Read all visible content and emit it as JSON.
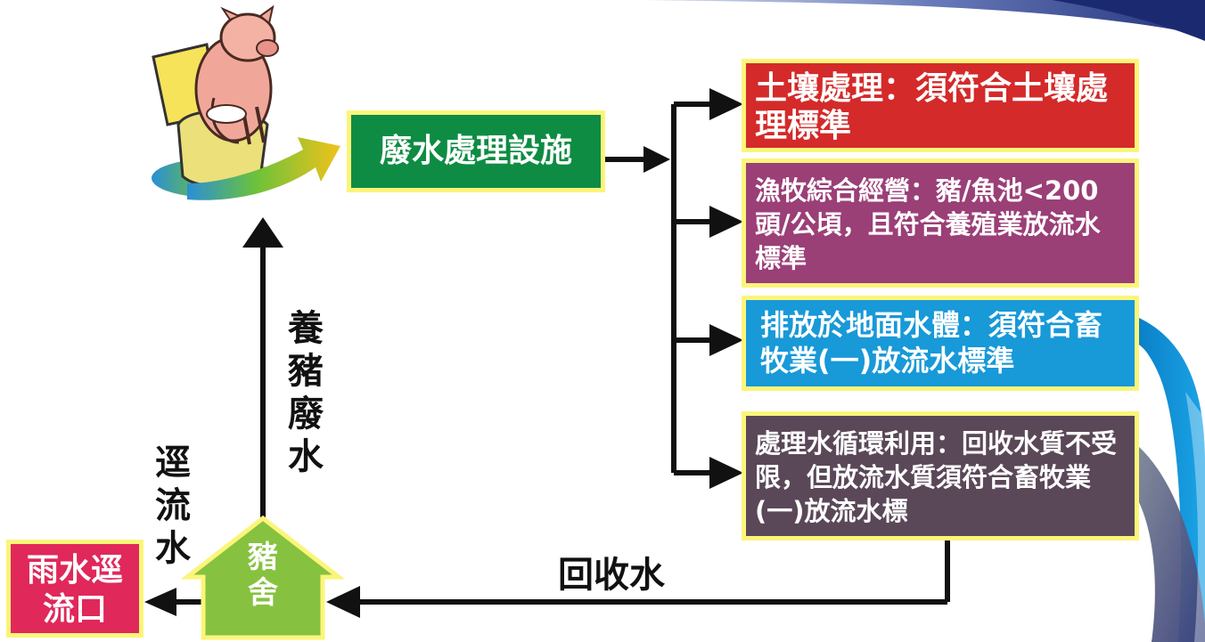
{
  "diagram": {
    "process": "廢水處理設施",
    "outcomes": [
      {
        "id": "soil",
        "text": "土壤處理：須符合土壤處理標準",
        "color": "#d42a2a"
      },
      {
        "id": "fishery",
        "text": "漁牧綜合經營：豬/魚池<200頭/公頃，且符合養殖業放流水標準",
        "color": "#9b3f77"
      },
      {
        "id": "surface",
        "text": "排放於地面水體：須符合畜牧業(一)放流水標準",
        "color": "#1899d8"
      },
      {
        "id": "recycle",
        "text": "處理水循環利用：回收水質不受限，但放流水質須符合畜牧業(一)放流水標",
        "color": "#5a4858"
      }
    ],
    "pig_house": "豬舍",
    "rain_outlet": "雨水逕流口",
    "labels": {
      "pig_wastewater": "養豬廢水",
      "runoff": "逕流水",
      "recycled_water": "回收水"
    },
    "colors": {
      "process": "#0e8c43",
      "pig_house": "#86c23f",
      "rain_outlet": "#e0285a",
      "border": "#fbf57a"
    }
  }
}
